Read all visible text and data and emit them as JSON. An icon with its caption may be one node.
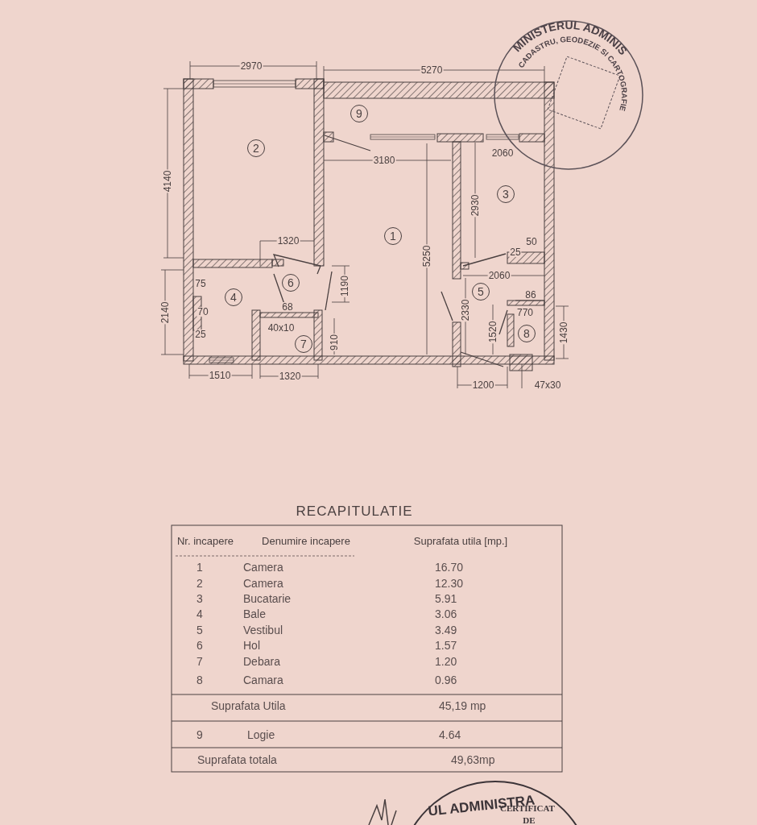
{
  "diagram": {
    "nodes": [
      {
        "text": [
          "9"
        ]
      },
      {
        "text": [
          "2"
        ]
      },
      {
        "text": [
          "3"
        ]
      },
      {
        "text": [
          "1"
        ]
      },
      {
        "text": [
          "6"
        ]
      },
      {
        "text": [
          "5"
        ]
      },
      {
        "text": [
          "4"
        ]
      },
      {
        "text": [
          "8"
        ]
      },
      {
        "text": [
          "7"
        ]
      }
    ],
    "labels": [
      "2970",
      "5270",
      "4140",
      "3180",
      "2060",
      "2930",
      "50",
      "5250",
      "1320",
      "25",
      "2060",
      "75",
      "1190",
      "86",
      "68",
      "70",
      "2140",
      "2330",
      "770",
      "40x10",
      "1520",
      "1430",
      "25",
      "910",
      "1510",
      "1320",
      "1200",
      "47x30",
      "RECAPITULATIE",
      "Nr. incapere",
      "Denumire incapere",
      "Suprafata utila [mp.]",
      "1",
      "Camera",
      "16.70",
      "2",
      "Camera",
      "12.30",
      "3",
      "Bucatarie",
      "5.91",
      "4",
      "Bale",
      "3.06",
      "5",
      "Vestibul",
      "3.49",
      "6",
      "Hol",
      "1.57",
      "7",
      "Debara",
      "1.20",
      "8",
      "Camara",
      "0.96",
      "Suprafata Utila",
      "45,19 mp",
      "9",
      "Logie",
      "4.64",
      "Suprafata totala",
      "49,63mp",
      "MINISTERUL ADMINIS",
      "CADASTRU, GEODEZIE SI CARTOGRAFIE",
      "UL ADMINISTRA",
      "CERTIFICAT",
      "DE"
    ]
  }
}
